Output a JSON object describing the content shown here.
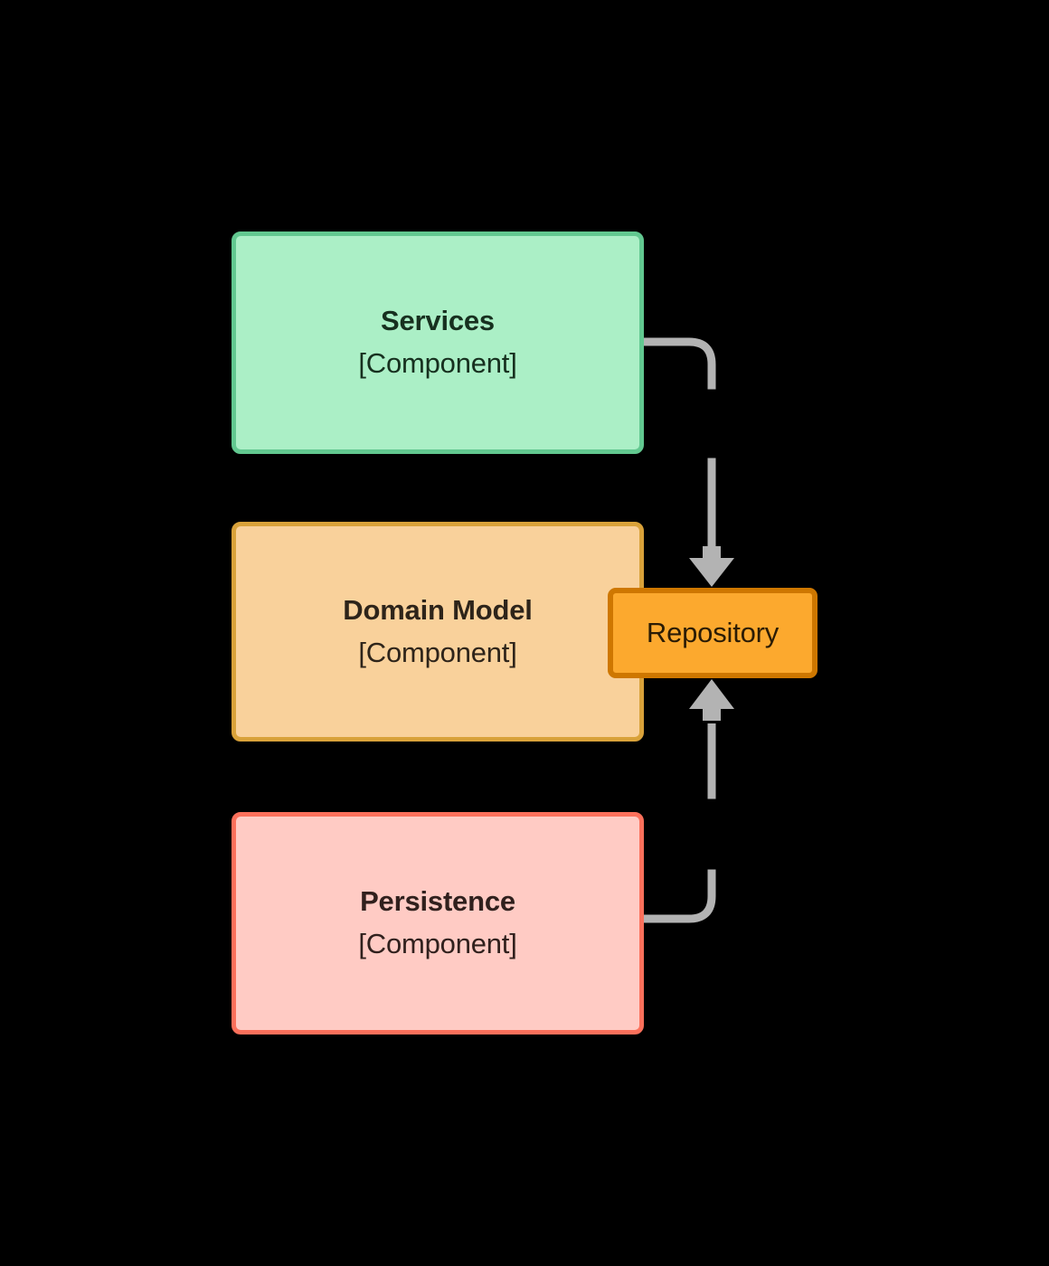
{
  "diagram": {
    "type": "component-diagram",
    "background_color": "#000000",
    "edge_color": "#B3B3B3",
    "nodes": [
      {
        "id": "services",
        "title": "Services",
        "subtitle": "[Component]",
        "fill": "#ABEFC6",
        "stroke": "#62C890",
        "shape": "rounded-rectangle"
      },
      {
        "id": "domain-model",
        "title": "Domain Model",
        "subtitle": "[Component]",
        "fill": "#F9D19B",
        "stroke": "#D9A23A",
        "shape": "rounded-rectangle"
      },
      {
        "id": "persistence",
        "title": "Persistence",
        "subtitle": "[Component]",
        "fill": "#FFCBC4",
        "stroke": "#FB705B",
        "shape": "rounded-rectangle"
      },
      {
        "id": "repository",
        "title": "Repository",
        "subtitle": "",
        "fill": "#FCA92E",
        "stroke": "#CE7700",
        "shape": "rounded-rectangle"
      }
    ],
    "edges": [
      {
        "id": "services-to-repository",
        "from": "services",
        "to": "repository",
        "style": "dashed",
        "arrowhead": "open-v",
        "direction": "down"
      },
      {
        "id": "persistence-to-repository",
        "from": "persistence",
        "to": "repository",
        "style": "dashed",
        "arrowhead": "open-v",
        "direction": "up"
      }
    ]
  }
}
